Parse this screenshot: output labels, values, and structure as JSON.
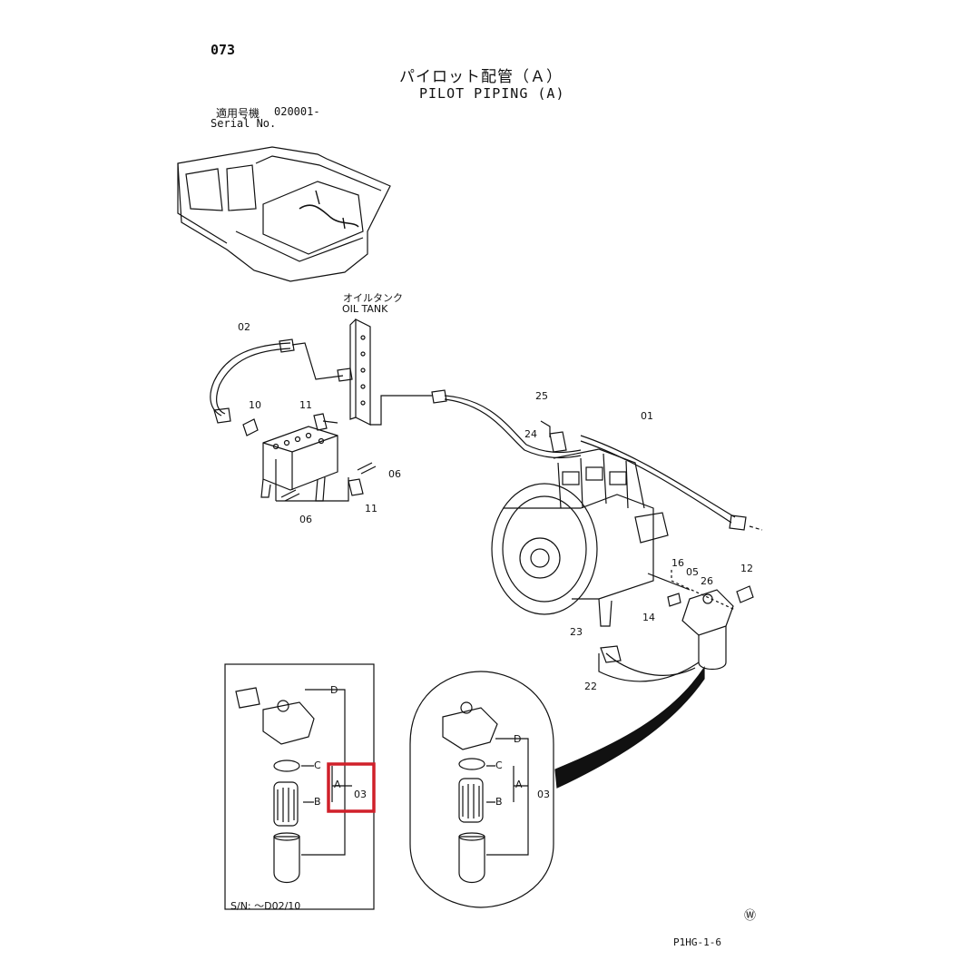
{
  "header": {
    "page_number": "073",
    "title_jp": "パイロット配管（Ａ）",
    "title_en": "PILOT PIPING (A)",
    "serial_label_jp": "適用号機",
    "serial_value": "020001-",
    "serial_label_en": "Serial No."
  },
  "labels": {
    "oil_tank_jp": "オイルタンク",
    "oil_tank_en": "OIL TANK"
  },
  "callouts": {
    "c01": "01",
    "c02": "02",
    "c10": "10",
    "c11a": "11",
    "c11b": "11",
    "c06a": "06",
    "c06b": "06",
    "c25": "25",
    "c24": "24",
    "c16": "16",
    "c05": "05",
    "c26": "26",
    "c12": "12",
    "c14": "14",
    "c23": "23",
    "c22": "22"
  },
  "inset_left": {
    "d": "D",
    "c": "C",
    "a": "A",
    "b": "B",
    "ref": "03",
    "sn_note": "S/N: ～D02/10"
  },
  "inset_right": {
    "d": "D",
    "c": "C",
    "a": "A",
    "b": "B",
    "ref": "03"
  },
  "footer": {
    "maker_mark": "Ⓦ",
    "page_code": "P1HG-1-6"
  },
  "colors": {
    "line": "#111111",
    "highlight": "#d0202a"
  }
}
